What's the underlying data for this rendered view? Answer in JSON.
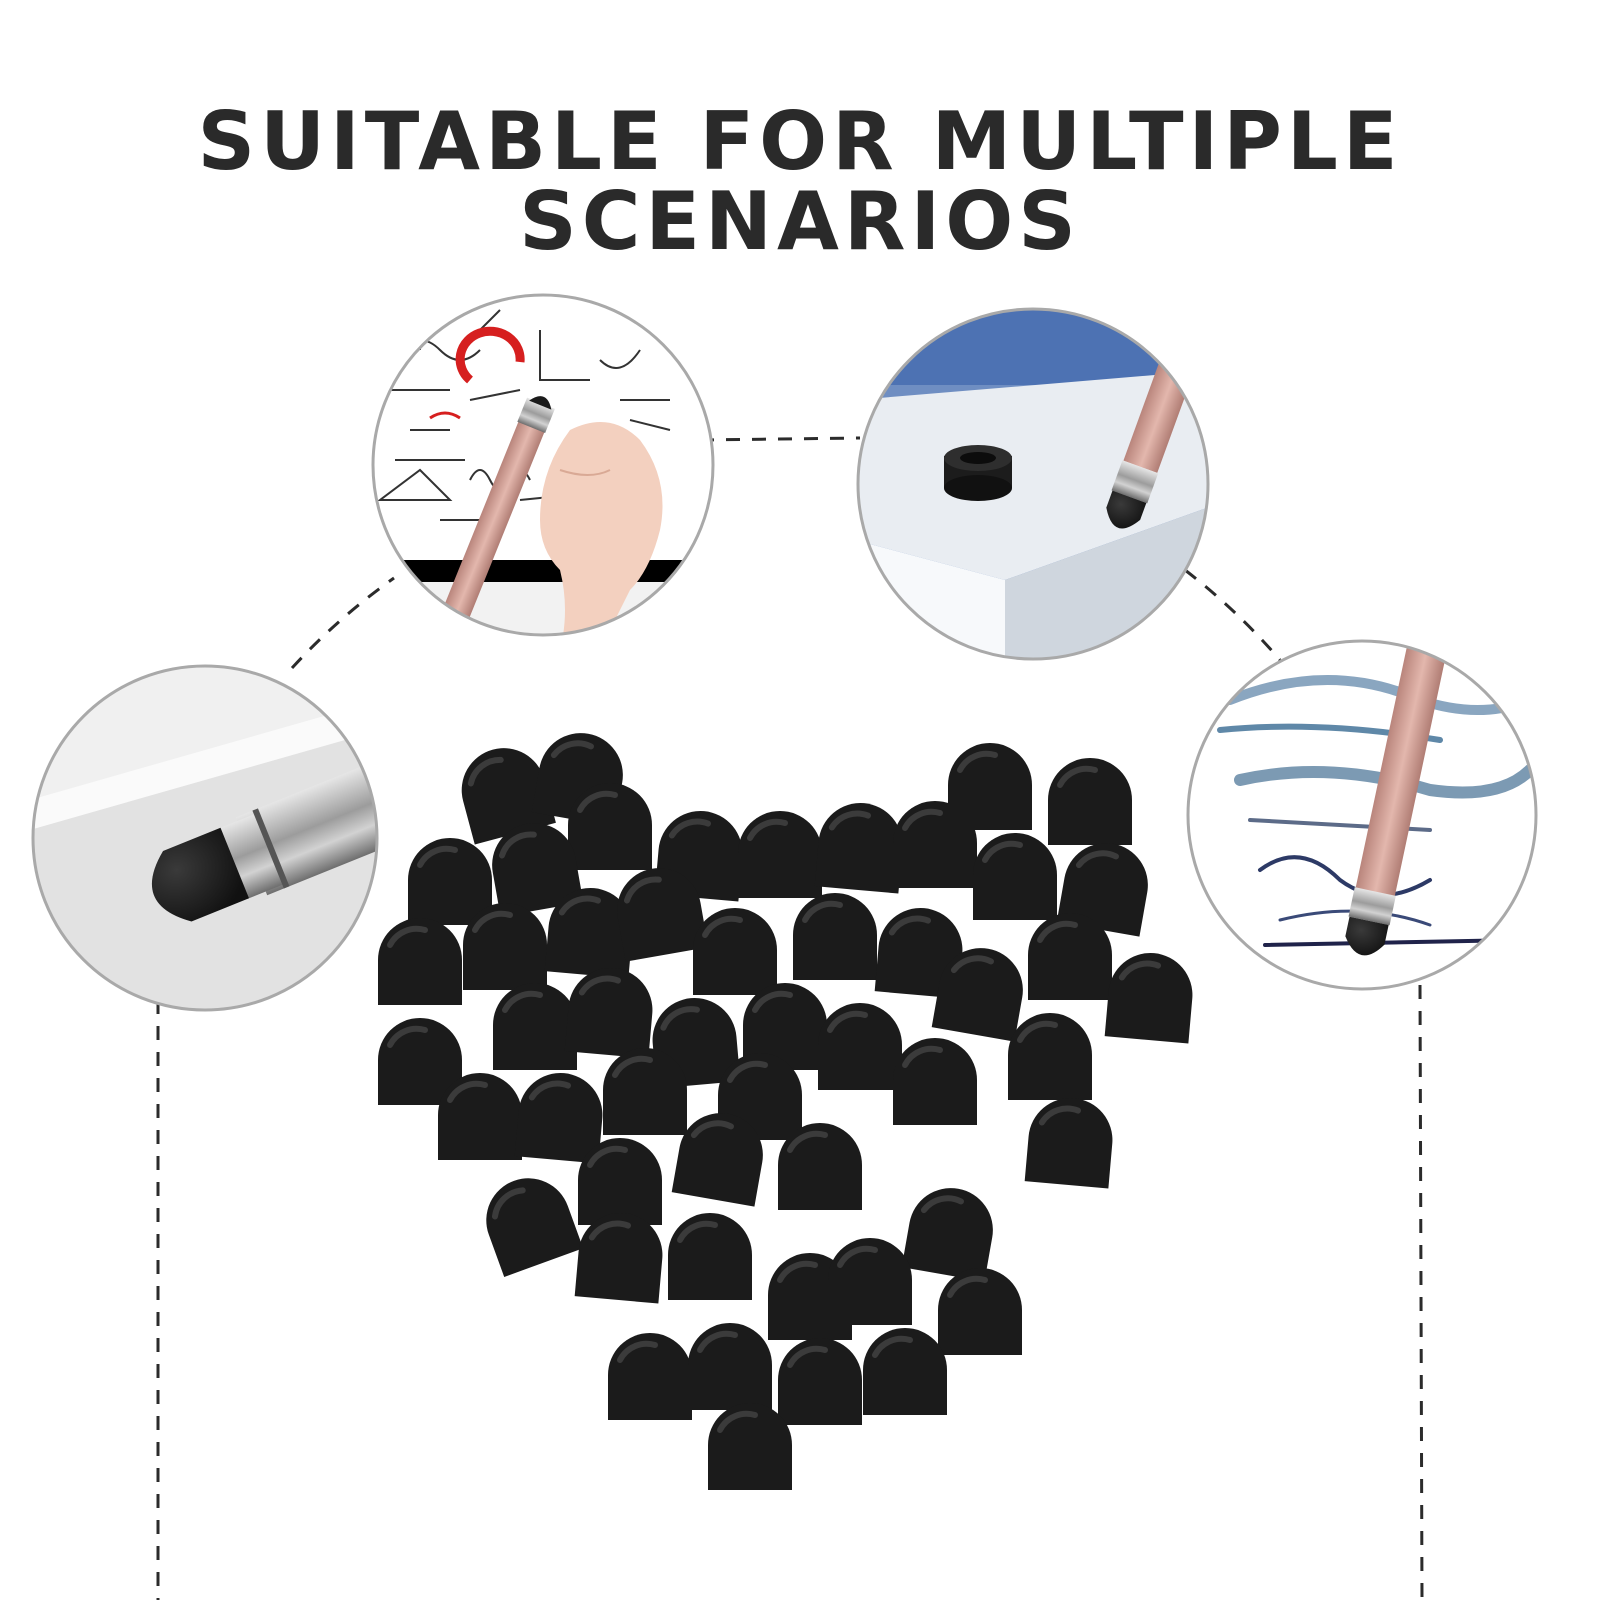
{
  "headline": "SUITABLE FOR MULTIPLE SCENARIOS",
  "colors": {
    "background": "#ffffff",
    "headline": "#2a2a2a",
    "tip_black": "#1b1b1b",
    "circle_border": "#a9a9a9",
    "dashed_line": "#2b2b2b",
    "pen_rose_gold": "#d4a49a",
    "metal_silver": "#b9b9b9"
  },
  "scenes": [
    {
      "name": "drawing-on-tablet-scene",
      "icon": "stylus-on-math-board-icon"
    },
    {
      "name": "tip-on-desk-scene",
      "icon": "stylus-tip-on-desk-icon"
    },
    {
      "name": "stylus-closeup-scene",
      "icon": "stylus-tip-closeup-icon"
    },
    {
      "name": "sketching-lines-scene",
      "icon": "stylus-drawing-lines-icon"
    }
  ],
  "product": {
    "icon": "rubber-stylus-tips-pile-icon"
  }
}
